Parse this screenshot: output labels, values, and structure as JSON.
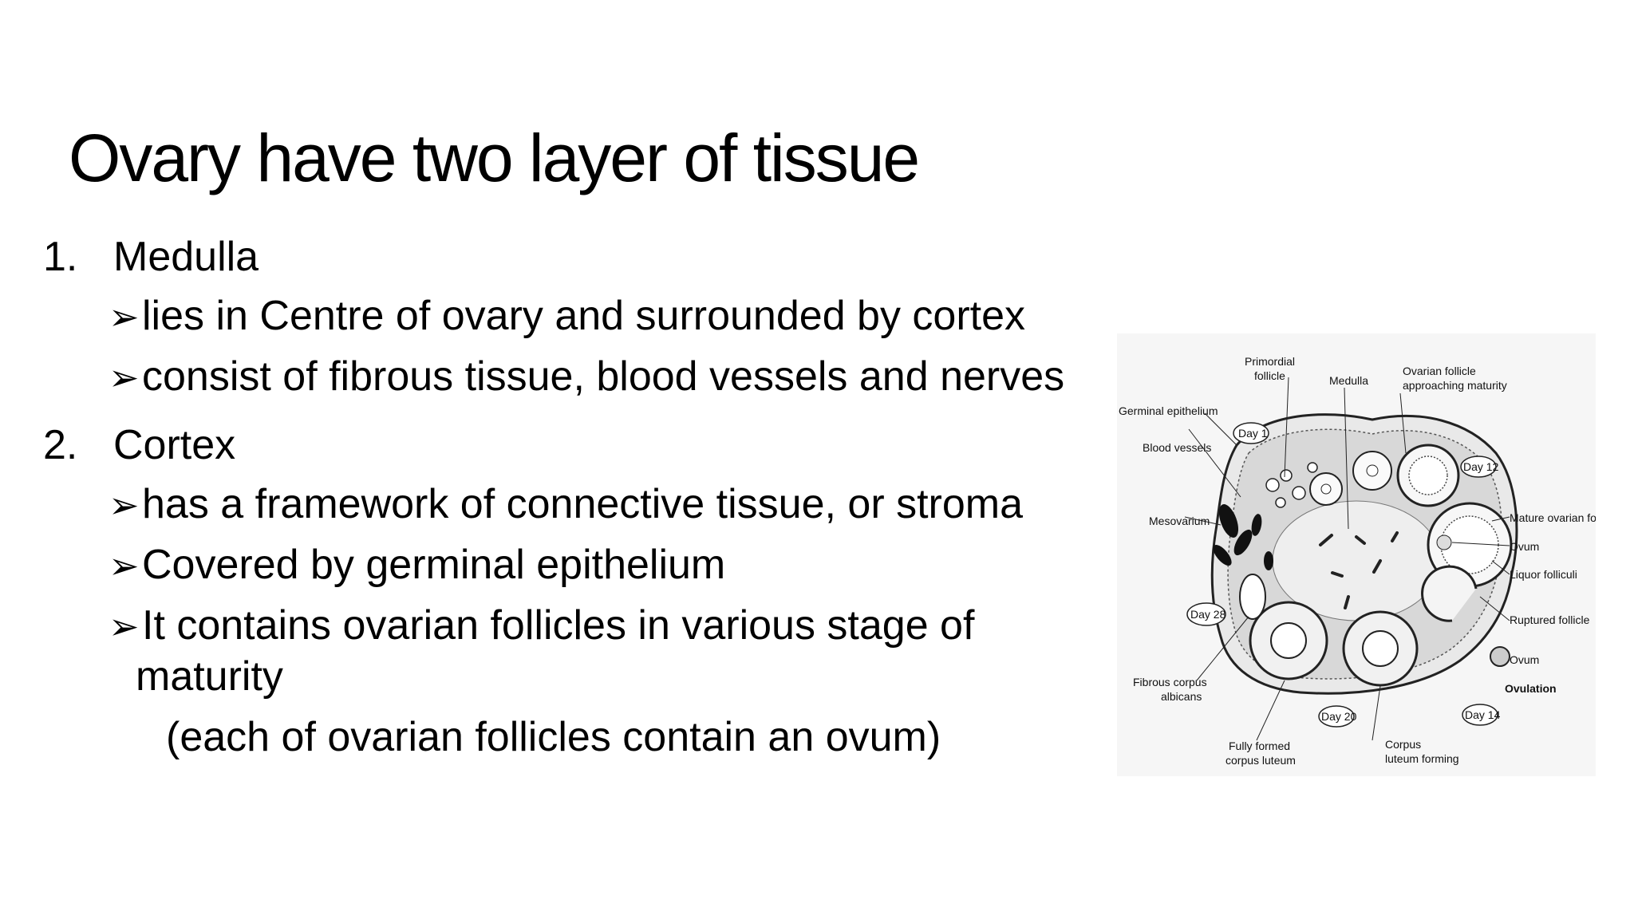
{
  "title": "Ovary have two layer of tissue",
  "sections": [
    {
      "number": "1.",
      "heading": "Medulla",
      "bullets": [
        "lies in Centre of ovary and surrounded by cortex",
        "consist of fibrous tissue, blood vessels and nerves"
      ]
    },
    {
      "number": "2.",
      "heading": "Cortex",
      "bullets": [
        "has a framework of connective tissue, or stroma",
        "Covered by germinal epithelium",
        "It contains ovarian follicles in various stage of",
        "maturity"
      ],
      "note": "(each of ovarian follicles contain an ovum)"
    }
  ],
  "bullet_symbol": "➢",
  "figure": {
    "labels": {
      "primordial_follicle_1": "Primordial",
      "primordial_follicle_2": "follicle",
      "medulla": "Medulla",
      "approaching_1": "Ovarian follicle",
      "approaching_2": "approaching maturity",
      "germinal_epithelium": "Germinal epithelium",
      "blood_vessels": "Blood vessels",
      "mesovarium": "Mesovarium",
      "day1": "Day 1",
      "day12": "Day 12",
      "day14": "Day 14",
      "day20": "Day 20",
      "day28": "Day 28",
      "mature_follicle": "Mature ovarian follicle",
      "ovum_1": "Ovum",
      "liquor_folliculi": "Liquor folliculi",
      "ruptured_follicle": "Ruptured follicle",
      "ovum_2": "Ovum",
      "ovulation": "Ovulation",
      "fibrous_1": "Fibrous corpus",
      "fibrous_2": "albicans",
      "fully_formed_1": "Fully formed",
      "fully_formed_2": "corpus luteum",
      "corpus_1": "Corpus",
      "corpus_2": "luteum forming"
    }
  }
}
